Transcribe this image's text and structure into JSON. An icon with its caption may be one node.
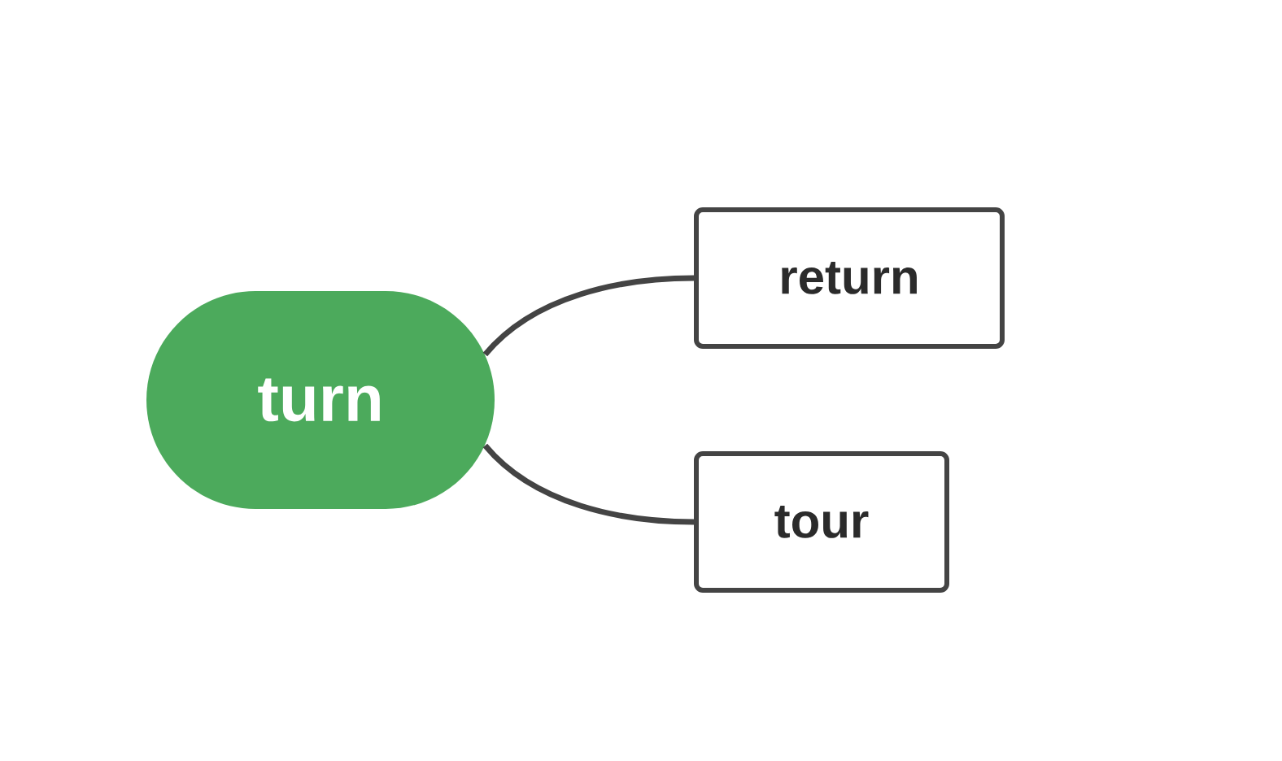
{
  "diagram": {
    "nodes": [
      {
        "text": [
          "turn"
        ]
      },
      {
        "text": [
          "return"
        ]
      },
      {
        "text": [
          "tour"
        ]
      }
    ],
    "edges": [
      {
        "from": 0,
        "to": 1,
        "arrow": "none"
      },
      {
        "from": 0,
        "to": 2,
        "arrow": "none"
      }
    ]
  }
}
